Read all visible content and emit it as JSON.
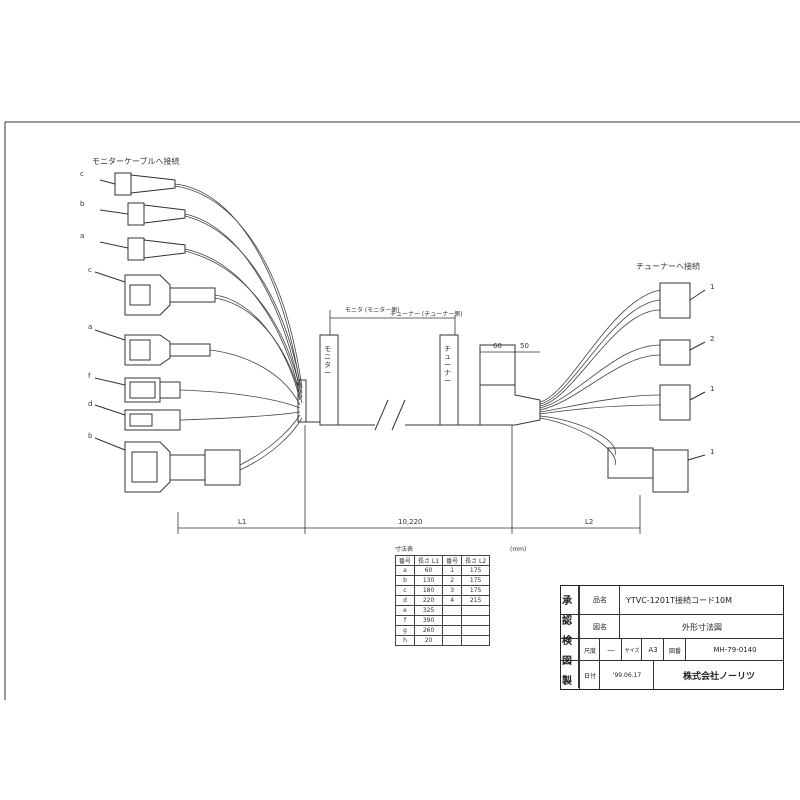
{
  "labels": {
    "monitor_cable": "モニターケーブルへ接続",
    "tuner_connect": "チューナーへ接続",
    "monitor_side": "モニタ (モニター側)",
    "tuner_side": "チューナー (チューナー側)",
    "monitor_block": "モニター",
    "tuner_block": "チューナー",
    "length_l1": "L1",
    "length_mid": "10,220",
    "length_l2": "L2",
    "dim_60": "60",
    "dim_50": "50"
  },
  "left_connectors": [
    "c",
    "b",
    "a",
    "c",
    "a",
    "f",
    "d",
    "b"
  ],
  "right_connectors": [
    "1",
    "2",
    "1",
    "1"
  ],
  "dim_table": {
    "caption": "寸法表",
    "unit": "(mm)",
    "headers": [
      "番号",
      "長さ L1",
      "番号",
      "長さ L2"
    ],
    "rows": [
      [
        "a",
        "60",
        "1",
        "175"
      ],
      [
        "b",
        "130",
        "2",
        "175"
      ],
      [
        "c",
        "180",
        "3",
        "175"
      ],
      [
        "d",
        "220",
        "4",
        "215"
      ],
      [
        "e",
        "325",
        "",
        ""
      ],
      [
        "f",
        "390",
        "",
        ""
      ],
      [
        "g",
        "260",
        "",
        ""
      ],
      [
        "h",
        "20",
        "",
        ""
      ]
    ]
  },
  "title_block": {
    "side_chars": [
      "承",
      "認",
      "検",
      "図",
      "製"
    ],
    "product_name_label": "品名",
    "product_name": "YTVC-1201T接続コード10M",
    "drawing_label": "図名",
    "drawing_name": "外形寸法図",
    "scale_label": "尺度",
    "scale_value": "―",
    "size_label": "サイズ",
    "size_value": "A3",
    "number_label": "図番",
    "number_value": "MH-79-0140",
    "date_label": "日付",
    "date_value": "'99.06.17",
    "company": "株式会社ノーリツ"
  }
}
